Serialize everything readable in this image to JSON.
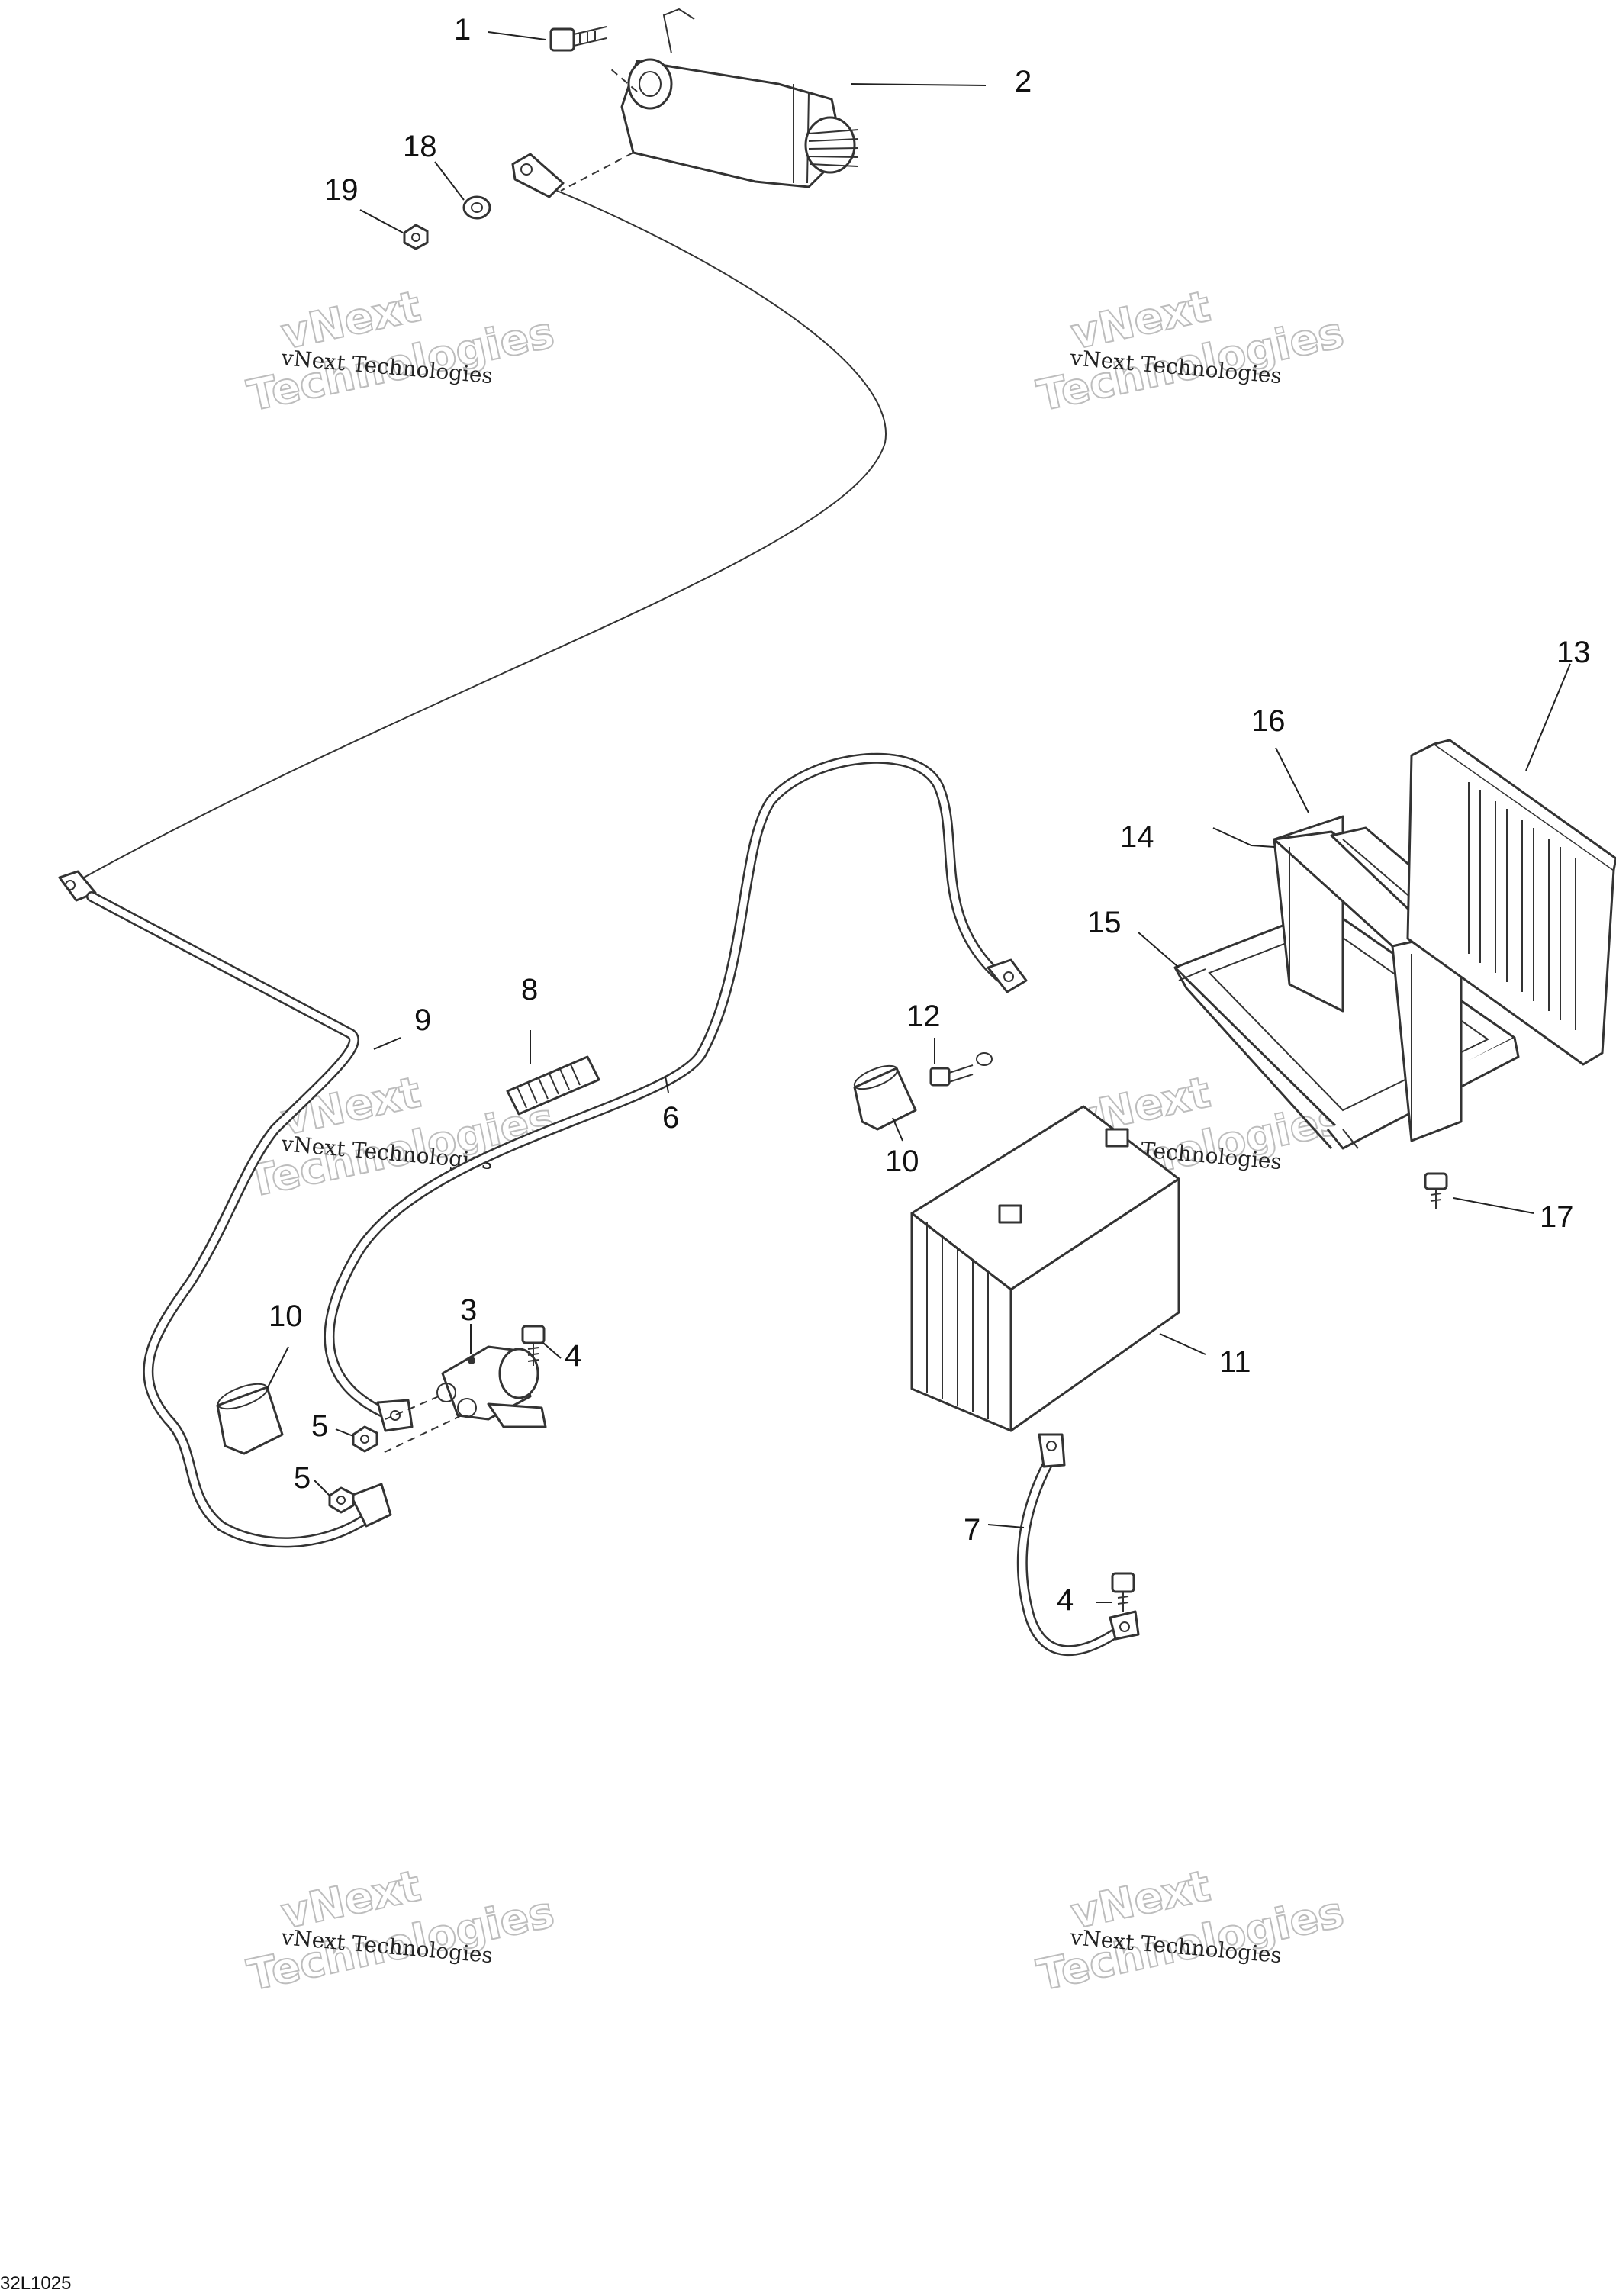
{
  "callouts": {
    "c1": "1",
    "c2": "2",
    "c3": "3",
    "c4a": "4",
    "c4b": "4",
    "c5a": "5",
    "c5b": "5",
    "c6": "6",
    "c7": "7",
    "c8": "8",
    "c9": "9",
    "c10a": "10",
    "c10b": "10",
    "c11": "11",
    "c12": "12",
    "c13": "13",
    "c14": "14",
    "c15": "15",
    "c16": "16",
    "c17": "17",
    "c18": "18",
    "c19": "19"
  },
  "watermark": {
    "top": "vNext",
    "line": "vNext Technologies",
    "bottom": "Technologies"
  },
  "drawing_code": "32L1025"
}
